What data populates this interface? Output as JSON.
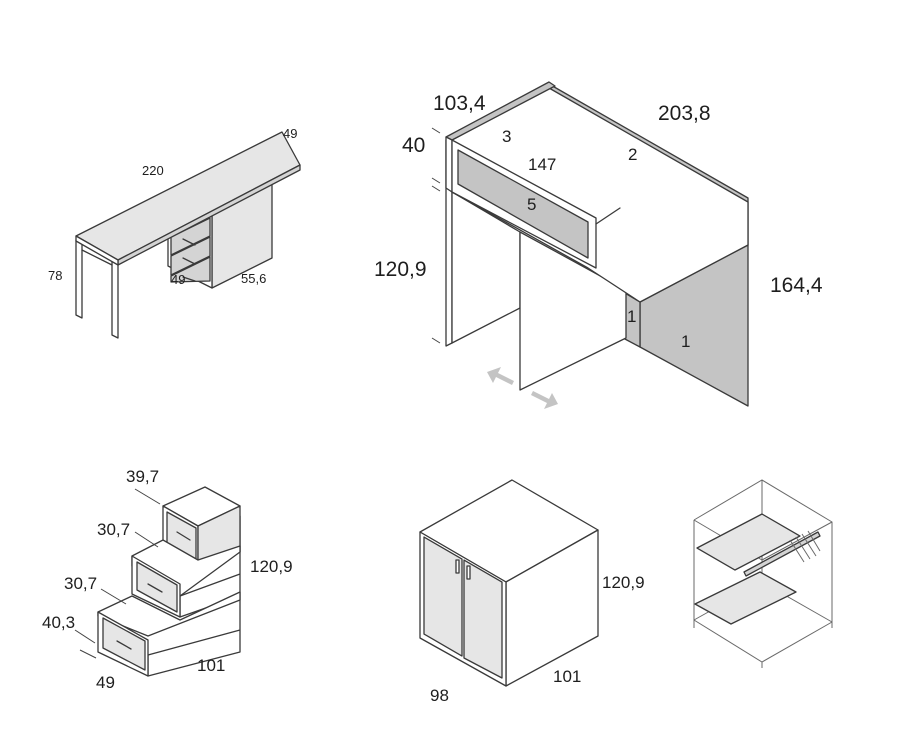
{
  "desk": {
    "depth_label": "49",
    "length_label": "220",
    "height_label": "78",
    "drawer_depth_label": "49",
    "drawer_width_label": "55,6"
  },
  "loft_bed": {
    "label_1034": "103,4",
    "label_2038": "203,8",
    "label_40": "40",
    "label_1209": "120,9",
    "label_1644": "164,4",
    "label_147": "147",
    "part_3": "3",
    "part_2": "2",
    "part_5": "5",
    "part_1a": "1",
    "part_1b": "1"
  },
  "stairs": {
    "label_397": "39,7",
    "label_307a": "30,7",
    "label_307b": "30,7",
    "label_403": "40,3",
    "label_49": "49",
    "label_101": "101",
    "label_1209": "120,9"
  },
  "wardrobe": {
    "label_1209": "120,9",
    "label_101": "101",
    "label_98": "98"
  }
}
